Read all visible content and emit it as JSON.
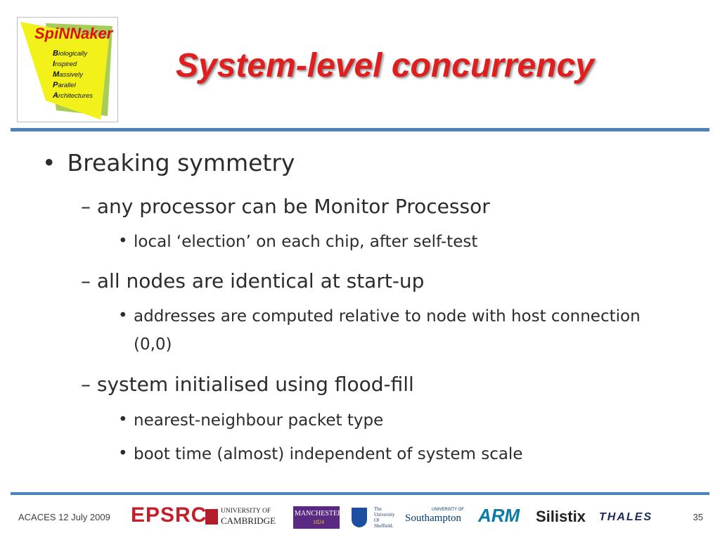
{
  "logo": {
    "title": "SpiNNaker",
    "lines": [
      {
        "cap": "B",
        "rest": "iologically"
      },
      {
        "cap": "I",
        "rest": "nspired"
      },
      {
        "cap": "M",
        "rest": "assively"
      },
      {
        "cap": "P",
        "rest": "arallel"
      },
      {
        "cap": "A",
        "rest": "rchitectures"
      }
    ]
  },
  "title": "System-level concurrency",
  "bullets": {
    "l1": "Breaking symmetry",
    "b1": "– any processor can be Monitor Processor",
    "b1_1": "local ‘election’ on each chip, after self-test",
    "b2": "– all nodes are identical at start-up",
    "b2_1": "addresses are computed relative to node with host connection (0,0)",
    "b3": "– system initialised using flood-fill",
    "b3_1": "nearest-neighbour packet type",
    "b3_2": "boot time (almost) independent of system scale"
  },
  "footer": {
    "text": "ACACES 12 July 2009",
    "page": "35",
    "logos": {
      "epsrc": "EPSRC",
      "cambridge_1": "UNIVERSITY OF",
      "cambridge_2": "CAMBRIDGE",
      "manchester": "MANCHESTER",
      "manchester_year": "1824",
      "sheffield_1": "The",
      "sheffield_2": "University",
      "sheffield_3": "Of",
      "sheffield_4": "Sheffield.",
      "southampton_small": "UNIVERSITY OF",
      "southampton": "Southampton",
      "arm": "ARM",
      "silistix": "Silistix",
      "thales": "THALES"
    }
  },
  "colors": {
    "title": "#e01e1e",
    "rule": "#4f81bd",
    "logo_yellow": "#f2f21a",
    "logo_green": "#a8cc58"
  }
}
